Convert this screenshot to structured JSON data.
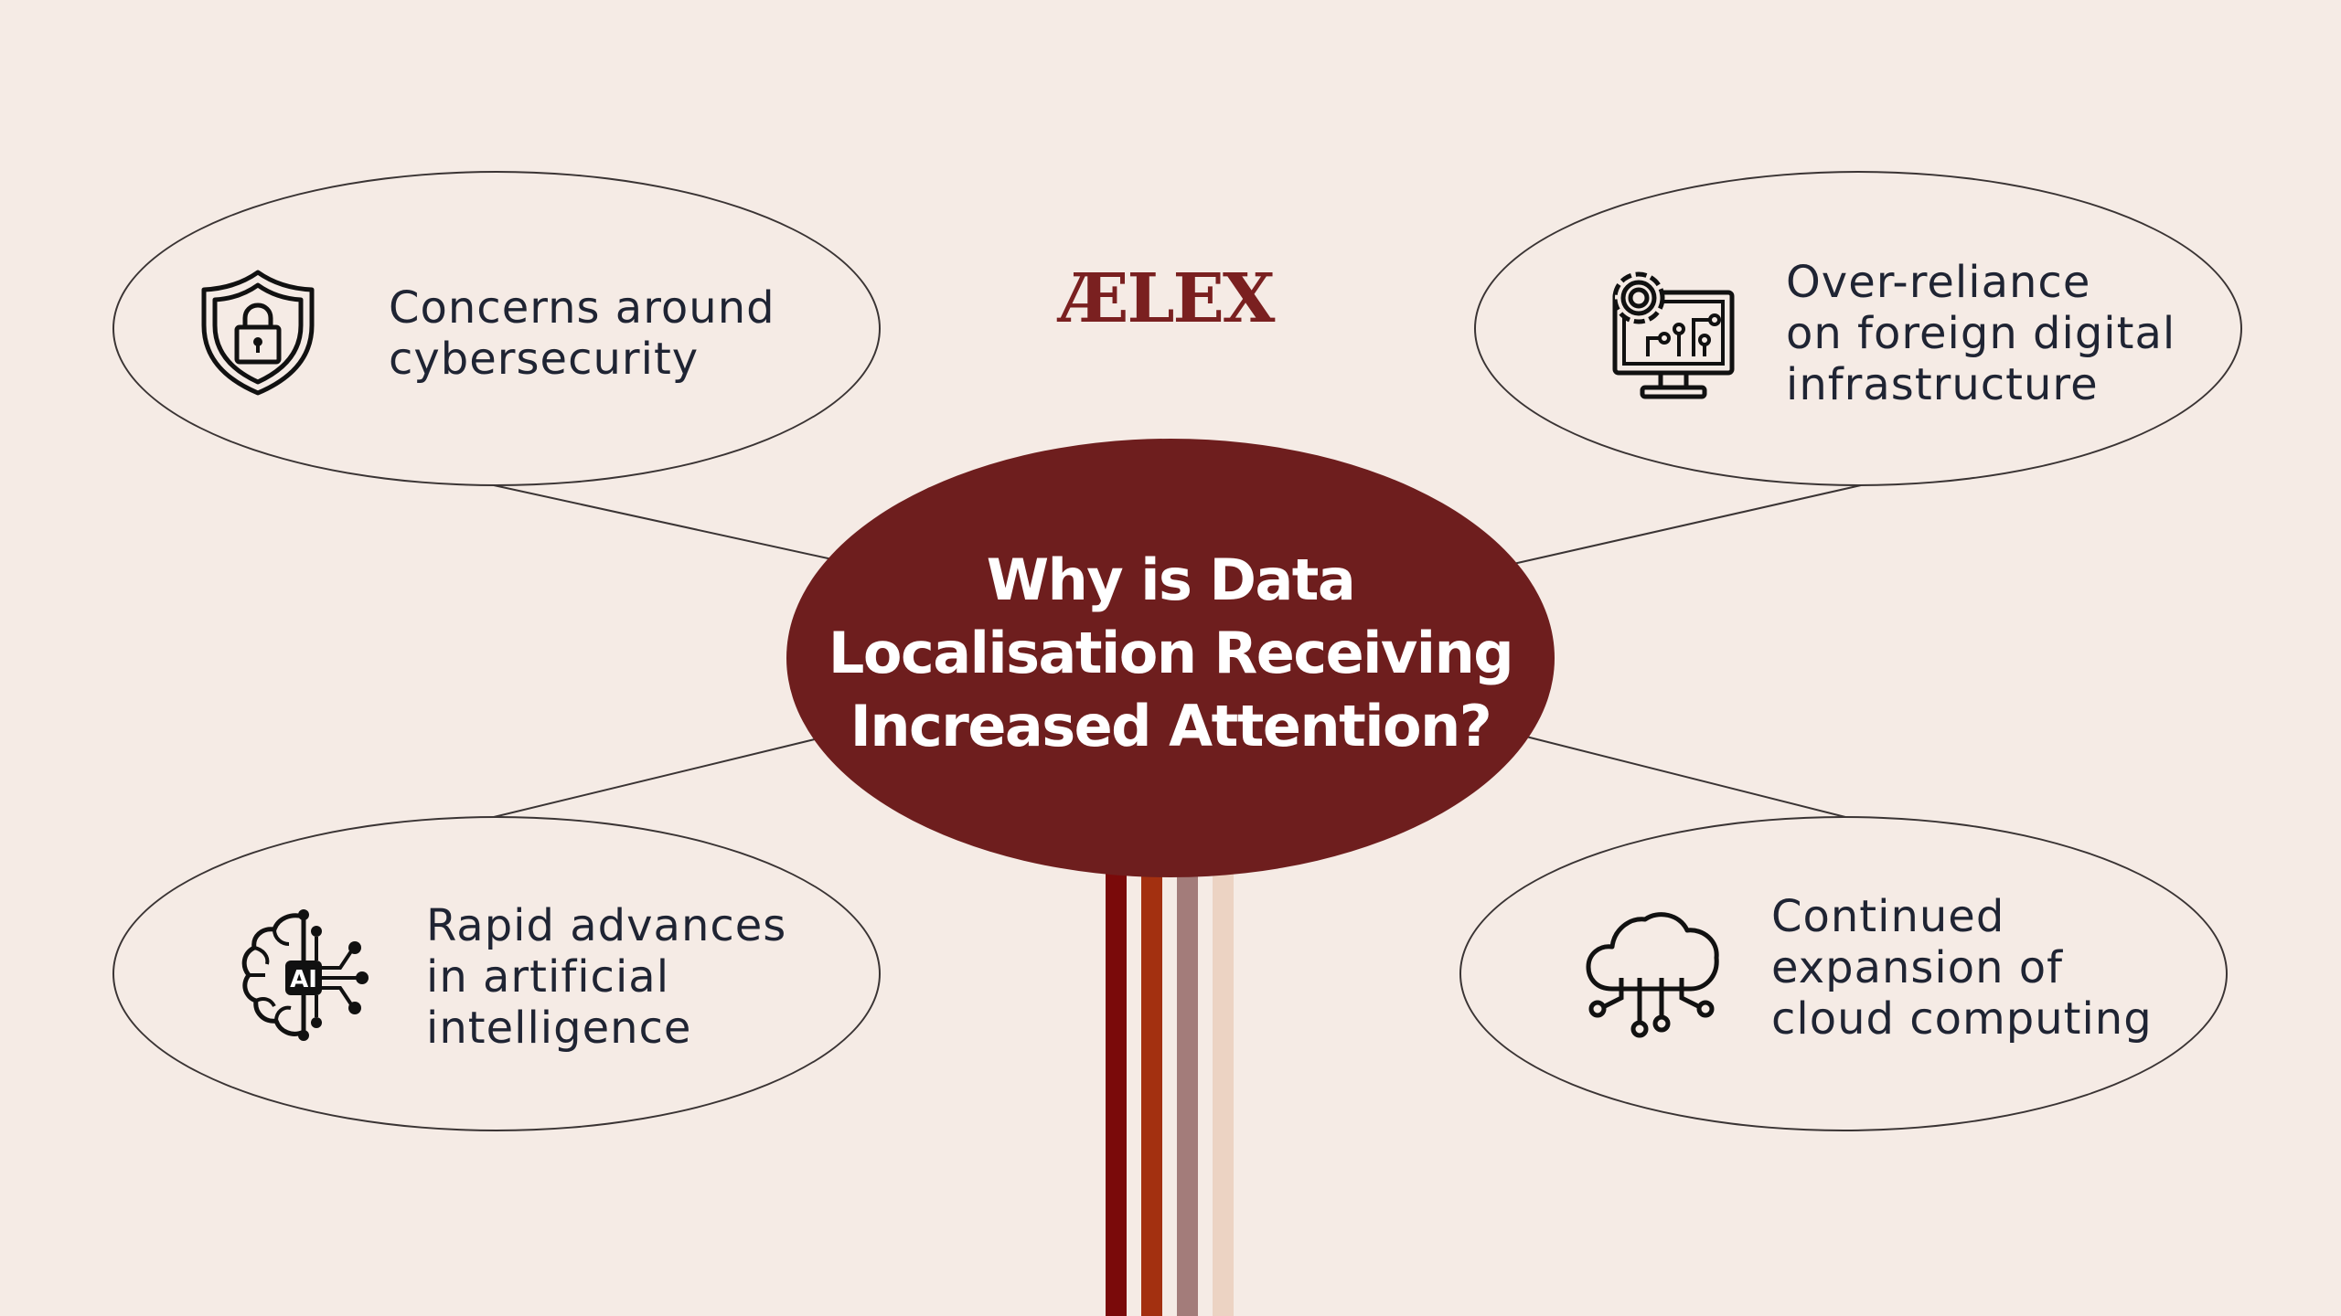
{
  "colors": {
    "background": "#f5ebe5",
    "center_fill": "#6e1e1e",
    "logo": "#7a2020",
    "text": "#1f2433",
    "outline": "#3a3434",
    "stripes": [
      "#7a0a0a",
      "#a33010",
      "#a37c7a",
      "#ecd3c3"
    ]
  },
  "logo": {
    "text": "ÆLEX"
  },
  "center": {
    "lines": [
      "Why is Data",
      "Localisation Receiving",
      "Increased Attention?"
    ]
  },
  "nodes": {
    "top_left": {
      "icon": "shield-lock-icon",
      "lines": [
        "Concerns around",
        "cybersecurity"
      ]
    },
    "top_right": {
      "icon": "gear-monitor-icon",
      "lines": [
        "Over-reliance",
        "on foreign digital",
        "infrastructure"
      ]
    },
    "bottom_left": {
      "icon": "ai-brain-icon",
      "lines": [
        "Rapid advances",
        "in artificial",
        "intelligence"
      ]
    },
    "bottom_right": {
      "icon": "cloud-network-icon",
      "lines": [
        "Continued",
        "expansion of",
        "cloud computing"
      ]
    }
  }
}
